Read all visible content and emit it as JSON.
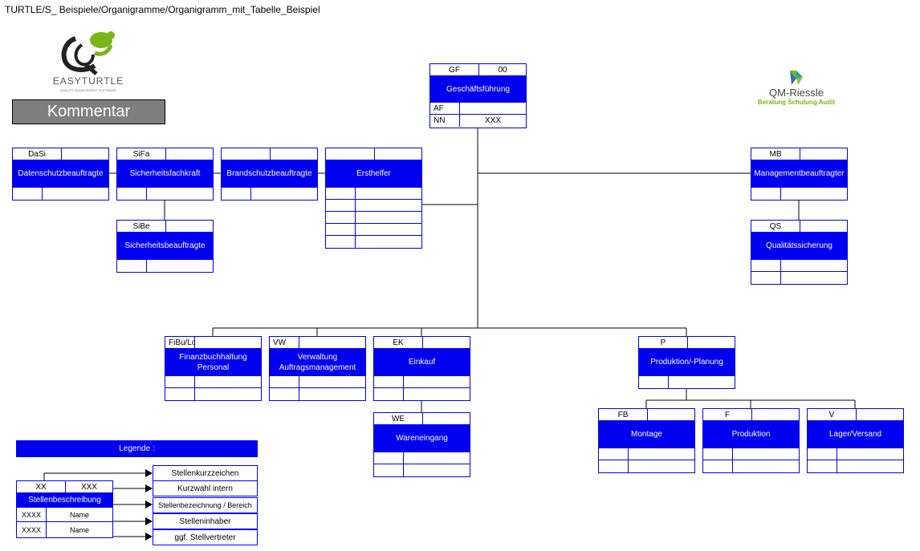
{
  "path": "TURTLE/S_ Beispiele/Organigramme/Organigramm_mit_Tabelle_Beispiel",
  "logo": {
    "name": "EASYTURTLE",
    "tagline": "QUALITY MANAGEMENT SOFTWARE"
  },
  "qm_logo": {
    "name": "QM-Riessle",
    "tagline": "Beratung Schulung Audit"
  },
  "comment_label": "Kommentar",
  "boxes": {
    "gf": {
      "code": "GF",
      "num": "00",
      "title": "Geschäftsführung",
      "row1_code": "AF",
      "row1_val": "",
      "row2_code": "NN",
      "row2_val": "XXX"
    },
    "dasi": {
      "code": "DaSi",
      "title": "Datenschutzbeauftragte"
    },
    "sifa": {
      "code": "SiFa",
      "title": "Sicherheitsfachkraft"
    },
    "brand": {
      "code": "",
      "title": "Brandschutzbeauftragte"
    },
    "erst": {
      "code": "",
      "title": "Ersthelfer"
    },
    "sibe": {
      "code": "SiBe",
      "title": "Sicherheitsbeauftragte"
    },
    "mb": {
      "code": "MB",
      "title": "Managementbeauftragter"
    },
    "qs": {
      "code": "QS",
      "title": "Qualitätssicherung"
    },
    "fibu": {
      "code": "FiBu/LoBu",
      "title1": "Finanzbuchhaltung",
      "title2": "Personal"
    },
    "vw": {
      "code": "VW",
      "title1": "Verwaltung",
      "title2": "Auftragsmanagement"
    },
    "ek": {
      "code": "EK",
      "title": "Einkauf"
    },
    "we": {
      "code": "WE",
      "title": "Wareneingang"
    },
    "p": {
      "code": "P",
      "title": "Produktion/-Planung"
    },
    "fb": {
      "code": "FB",
      "title": "Montage"
    },
    "f": {
      "code": "F",
      "title": "Produktion"
    },
    "v": {
      "code": "V",
      "title": "Lager/Versand"
    }
  },
  "legend": {
    "header": "Legende :",
    "example": {
      "code": "XX",
      "num": "XXX",
      "title": "Stellenbeschreibung",
      "r1_code": "XXXX",
      "r1_name": "Name",
      "r2_code": "XXXX",
      "r2_name": "Name"
    },
    "labels": [
      "Stellenkurzzeichen",
      "Kurzwahl intern",
      "Stellenbezeichnung / Bereich",
      "Stelleninhaber",
      "ggf. Stellvertreter"
    ]
  },
  "colors": {
    "box_blue": "#0000ee",
    "comment_grey": "#7f7f7f"
  }
}
